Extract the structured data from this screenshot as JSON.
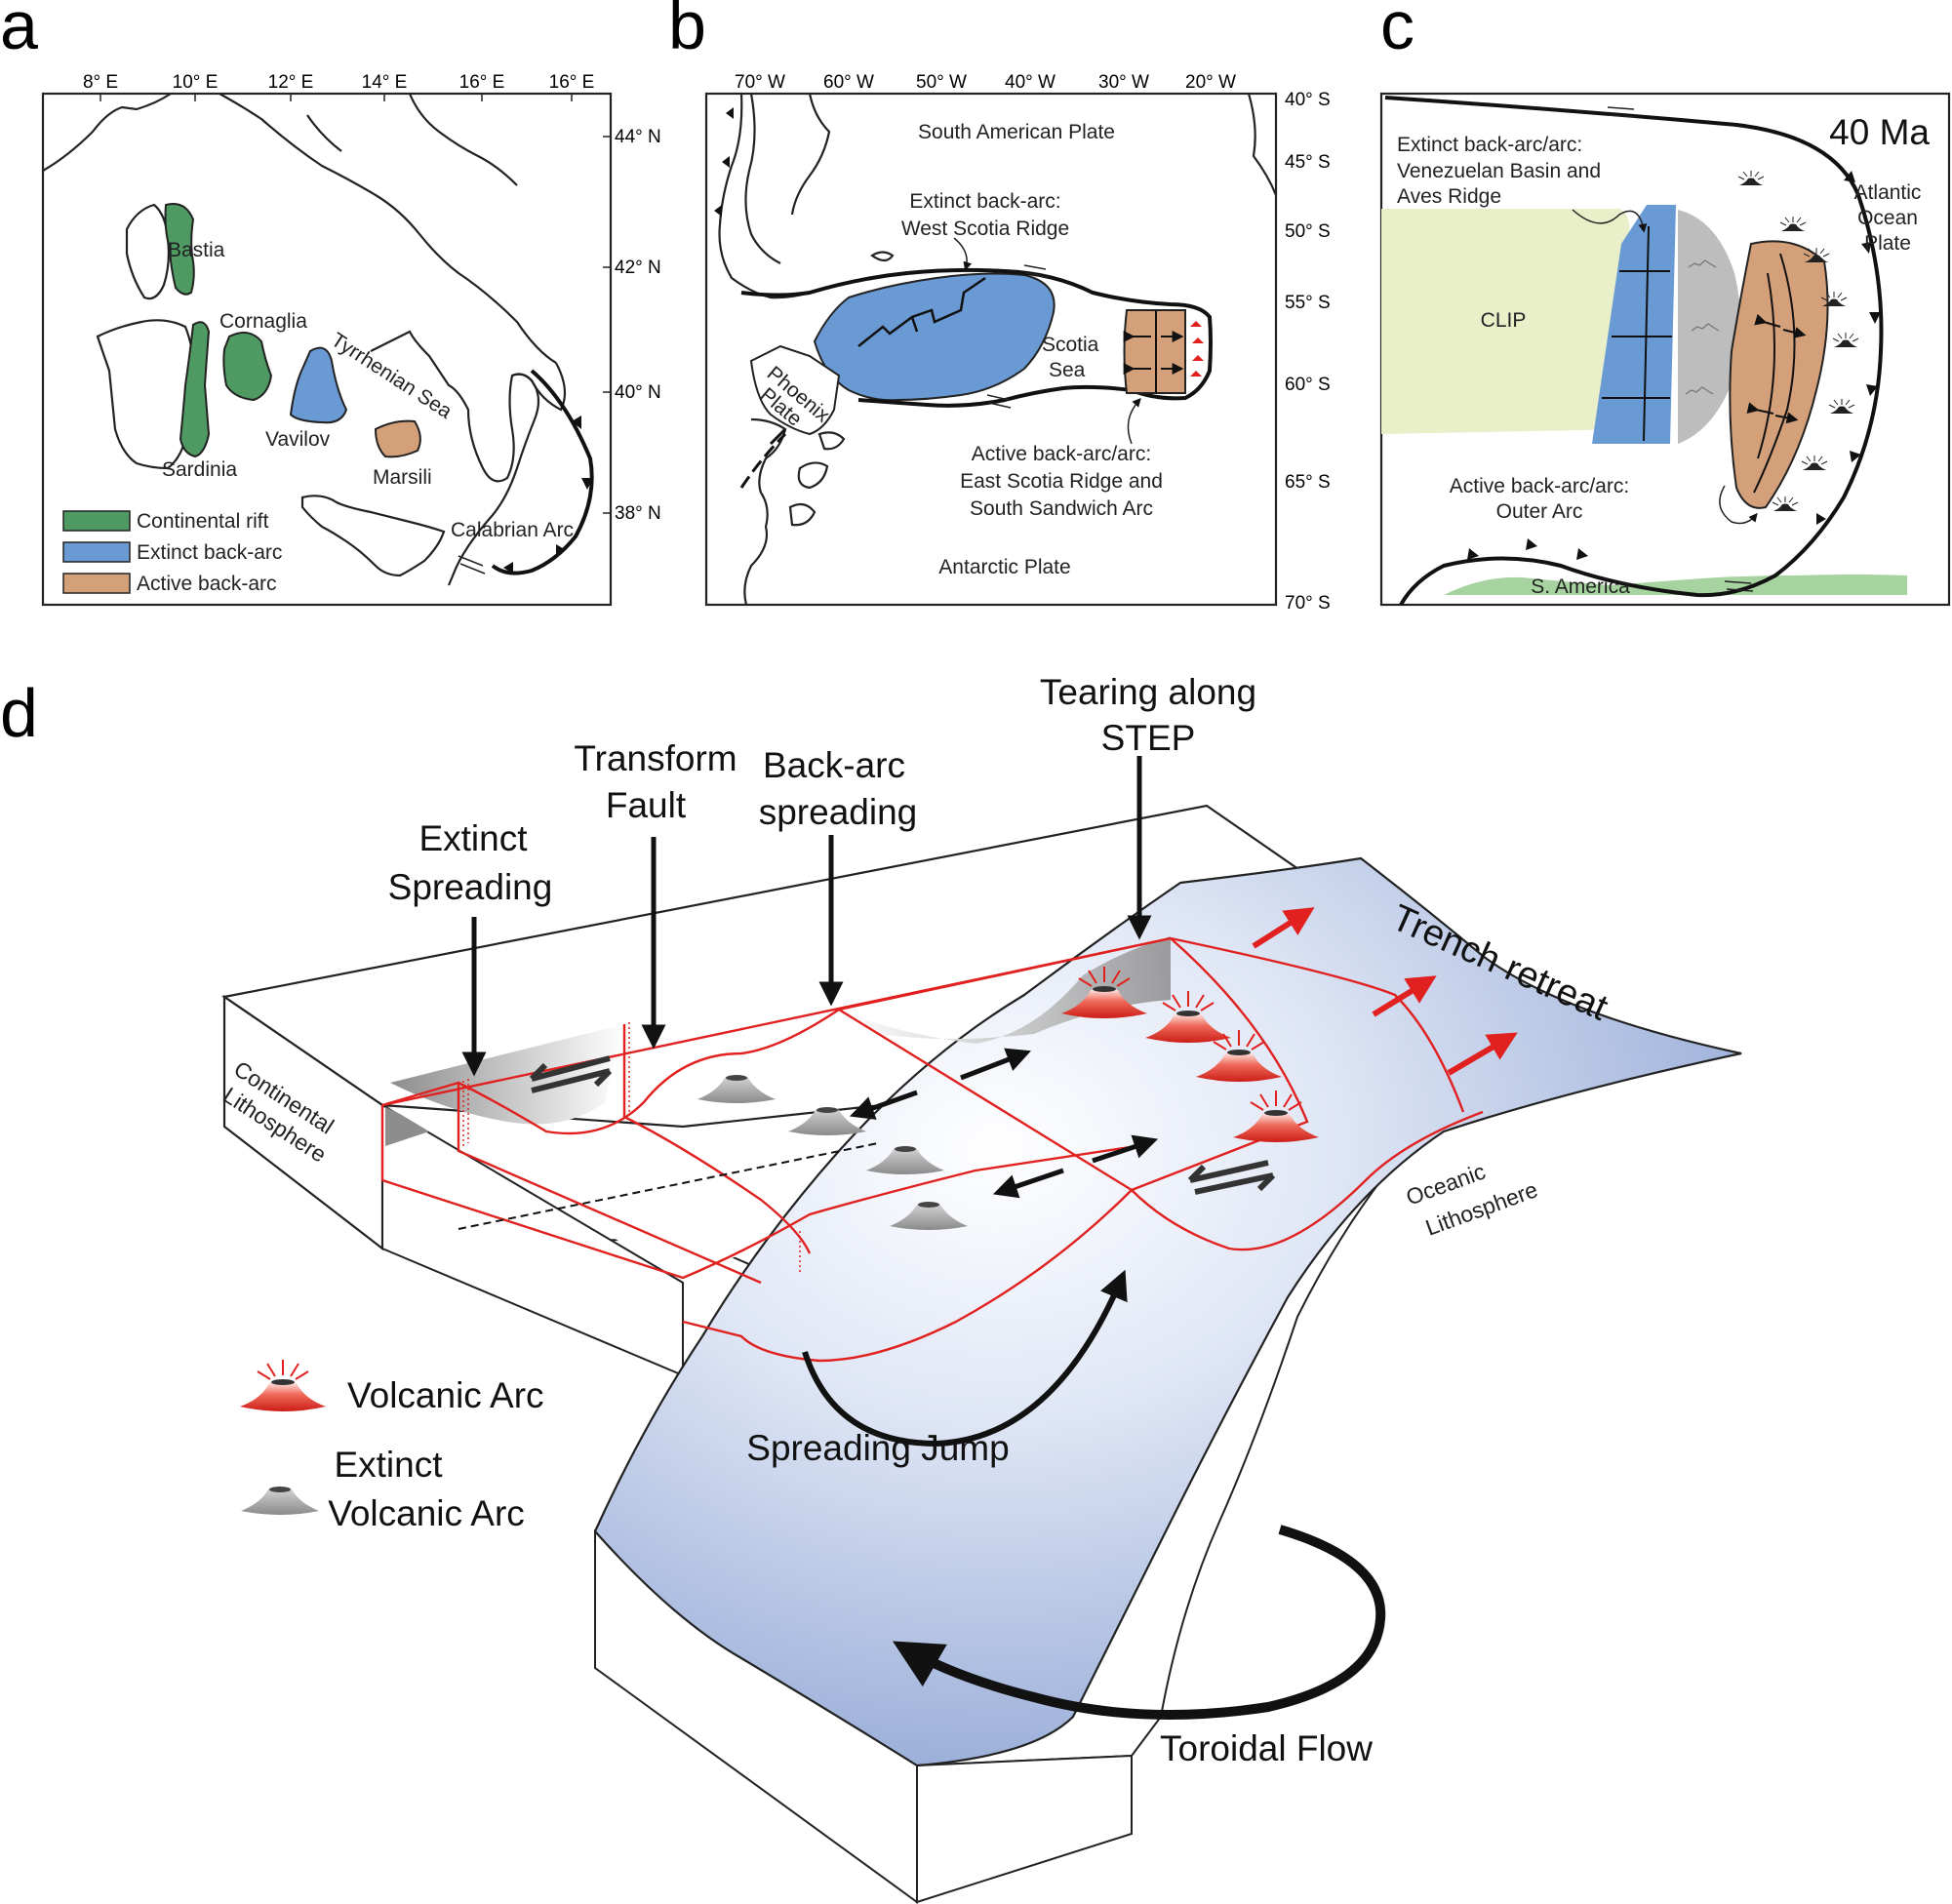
{
  "panel_letters": [
    "a",
    "b",
    "c",
    "d"
  ],
  "panel_a": {
    "lon_ticks": [
      "8° E",
      "10° E",
      "12° E",
      "14° E",
      "16° E",
      "16° E"
    ],
    "lat_ticks": [
      "44° N",
      "42° N",
      "40° N",
      "38° N"
    ],
    "labels": {
      "bastia": "Bastia",
      "cornaglia": "Cornaglia",
      "sardinia": "Sardinia",
      "tyrrhenian": "Tyrrhenian Sea",
      "vavilov": "Vavilov",
      "marsili": "Marsili",
      "calabrian": "Calabrian Arc"
    },
    "legend": [
      {
        "label": "Continental rift",
        "color": "#4f9a62"
      },
      {
        "label": "Extinct back-arc",
        "color": "#6a9ad4"
      },
      {
        "label": "Active back-arc",
        "color": "#d4a07a"
      }
    ]
  },
  "panel_b": {
    "lon_ticks": [
      "70° W",
      "60° W",
      "50° W",
      "40° W",
      "30° W",
      "20° W"
    ],
    "lat_ticks": [
      "40° S",
      "45° S",
      "50° S",
      "55° S",
      "60° S",
      "65° S",
      "70° S"
    ],
    "labels": {
      "sam": "South American Plate",
      "extinct1": "Extinct back-arc:",
      "extinct2": "West Scotia Ridge",
      "scotia1": "Scotia",
      "scotia2": "Sea",
      "phoenix1": "Phoenix",
      "phoenix2": "Plate",
      "active1": "Active back-arc/arc:",
      "active2": "East Scotia Ridge and",
      "active3": "South Sandwich Arc",
      "antarctic": "Antarctic Plate"
    }
  },
  "panel_c": {
    "age": "40 Ma",
    "labels": {
      "extinct1": "Extinct back-arc/arc:",
      "extinct2": "Venezuelan Basin and",
      "extinct3": "Aves Ridge",
      "atlantic1": "Atlantic",
      "atlantic2": "Ocean",
      "atlantic3": "Plate",
      "clip": "CLIP",
      "active1": "Active back-arc/arc:",
      "active2": "Outer Arc",
      "samerica": "S. America"
    }
  },
  "panel_d": {
    "labels": {
      "tearing1": "Tearing along",
      "tearing2": "STEP",
      "transform1": "Transform",
      "transform2": "Fault",
      "backarc1": "Back-arc",
      "backarc2": "spreading",
      "extinct1": "Extinct",
      "extinct2": "Spreading",
      "trench": "Trench retreat",
      "continental1": "Continental",
      "continental2": "Lithosphere",
      "oceanic1": "Oceanic",
      "oceanic2": "Lithosphere",
      "jump": "Spreading Jump",
      "toroidal": "Toroidal Flow"
    },
    "legend": {
      "volcanic": "Volcanic Arc",
      "extinct1": "Extinct",
      "extinct2": "Volcanic Arc"
    }
  },
  "colors": {
    "continental_rift": "#4f9a62",
    "extinct_backarc": "#6a9ad4",
    "active_backarc": "#d4a07a",
    "clip": "#e8efc9",
    "s_america": "#a6d39f",
    "grey_arc": "#bdbdbd",
    "slab_blue": "#8fa6d4",
    "step_red": "#e0211f"
  }
}
